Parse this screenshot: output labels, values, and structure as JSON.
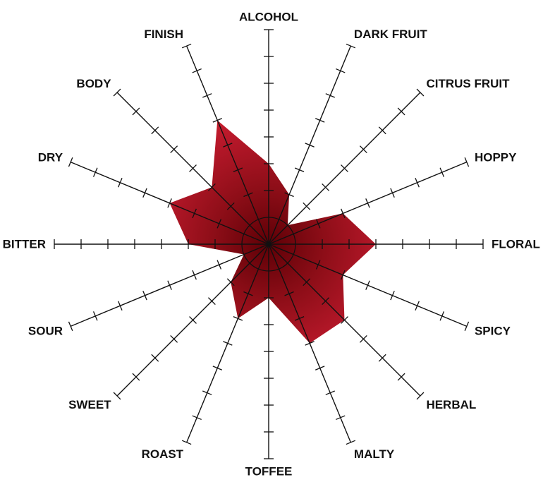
{
  "chart_data": {
    "type": "radar",
    "title": "",
    "categories": [
      "ALCOHOL",
      "DARK FRUIT",
      "CITRUS FRUIT",
      "HOPPY",
      "FLORAL",
      "SPICY",
      "HERBAL",
      "MALTY",
      "TOFFEE",
      "ROAST",
      "SWEET",
      "SOUR",
      "BITTER",
      "DRY",
      "BODY",
      "FINISH"
    ],
    "values": [
      3,
      2,
      1,
      3,
      4,
      3,
      4,
      4,
      2,
      3,
      2,
      1,
      3,
      4,
      3,
      5
    ],
    "rlim": [
      0,
      8
    ],
    "tick_step": 1,
    "grid": false,
    "colors": {
      "fill_outer": "#d8232f",
      "fill_inner": "#5e0006",
      "axis": "#111111"
    }
  }
}
